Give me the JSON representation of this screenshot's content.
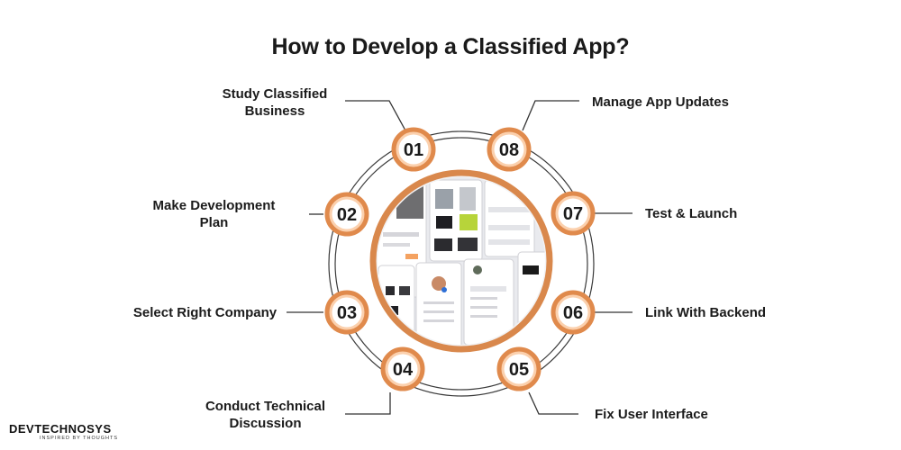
{
  "title": "How to Develop a Classified App?",
  "accent_color": "#e08a4c",
  "badge_fill": "#fbd0ad",
  "steps": [
    {
      "number": "01",
      "label_line1": "Study Classified",
      "label_line2": "Business"
    },
    {
      "number": "02",
      "label_line1": "Make Development",
      "label_line2": "Plan"
    },
    {
      "number": "03",
      "label_line1": "Select Right Company",
      "label_line2": ""
    },
    {
      "number": "04",
      "label_line1": "Conduct Technical",
      "label_line2": "Discussion"
    },
    {
      "number": "05",
      "label_line1": "Fix User Interface",
      "label_line2": ""
    },
    {
      "number": "06",
      "label_line1": "Link With Backend",
      "label_line2": ""
    },
    {
      "number": "07",
      "label_line1": "Test & Launch",
      "label_line2": ""
    },
    {
      "number": "08",
      "label_line1": "Manage App Updates",
      "label_line2": ""
    }
  ],
  "center_image": "classified-app-screens",
  "logo": {
    "brand": "DEVTECHNOSYS",
    "tagline": "INSPIRED BY THOUGHTS"
  }
}
